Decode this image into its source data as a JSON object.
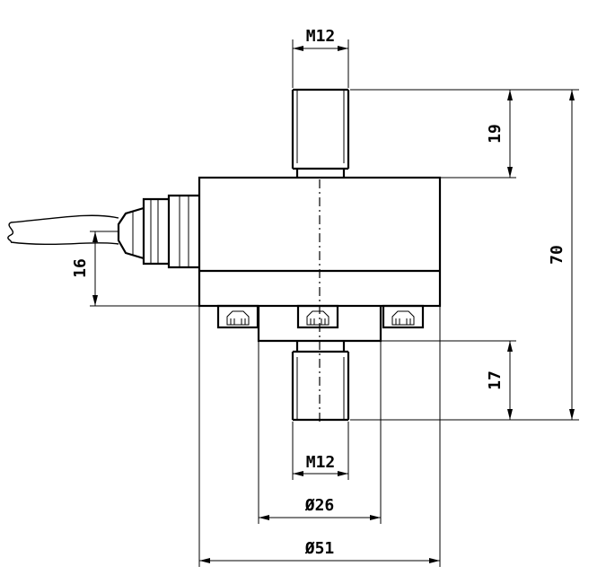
{
  "dimensions": {
    "top_thread": "M12",
    "bottom_thread": "M12",
    "top_stud_length": "19",
    "bottom_stud_length": "17",
    "overall_height": "70",
    "cable_offset": "16",
    "boss_diameter": "Ø26",
    "body_diameter": "Ø51"
  },
  "colors": {
    "line": "#000000",
    "background": "#ffffff"
  }
}
